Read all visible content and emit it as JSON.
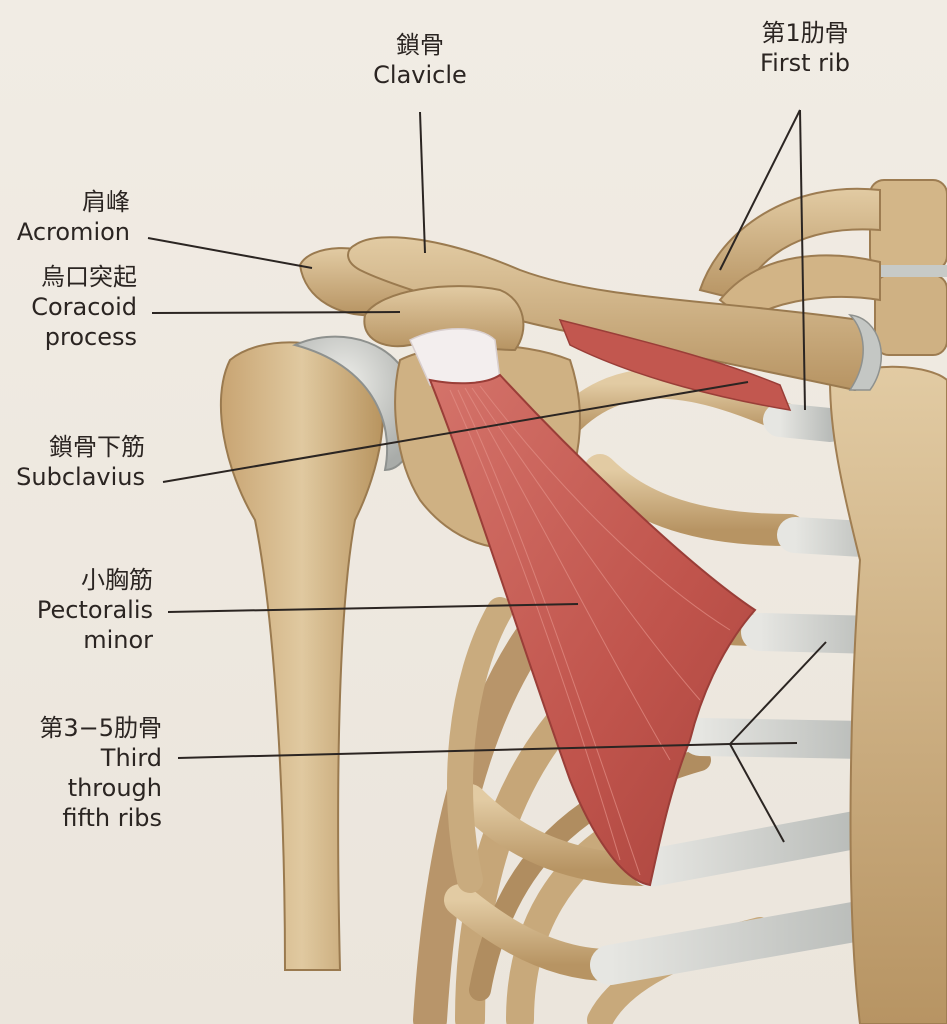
{
  "labels": {
    "clavicle": {
      "ja": "鎖骨",
      "en": "Clavicle"
    },
    "first_rib": {
      "ja": "第1肋骨",
      "en": "First rib"
    },
    "acromion": {
      "ja": "肩峰",
      "en": "Acromion"
    },
    "coracoid": {
      "ja": "烏口突起",
      "en1": "Coracoid",
      "en2": "process"
    },
    "subclavius": {
      "ja": "鎖骨下筋",
      "en": "Subclavius"
    },
    "pectoralis": {
      "ja": "小胸筋",
      "en1": "Pectoralis",
      "en2": "minor"
    },
    "ribs_3_5": {
      "ja": "第3−5肋骨",
      "en1": "Third",
      "en2": "through",
      "en3": "fifth ribs"
    }
  },
  "colors": {
    "background": "#eee8df",
    "bone": "#d9be92",
    "bone_shadow": "#a9875a",
    "cartilage": "#cfd2cf",
    "muscle": "#c2574f",
    "tendon": "#f3eeee",
    "leader_line": "#2b2522"
  }
}
